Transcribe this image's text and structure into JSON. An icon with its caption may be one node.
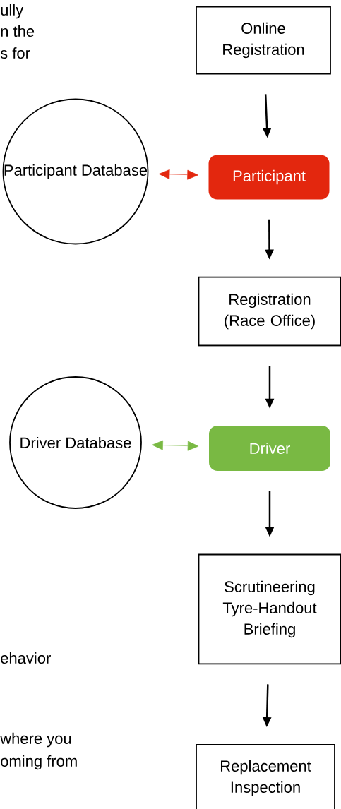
{
  "diagram": {
    "nodes": [
      {
        "text": [
          "Online Registration"
        ]
      },
      {
        "text": [
          "Participant Database"
        ]
      },
      {
        "text": [
          "Participant"
        ]
      },
      {
        "text": [
          "Registration (Race Office)"
        ]
      },
      {
        "text": [
          "Driver Database"
        ]
      },
      {
        "text": [
          "Driver"
        ]
      },
      {
        "text": [
          "Scrutineering Tyre-Handout Briefing"
        ]
      },
      {
        "text": [
          "Replacement Inspection"
        ]
      }
    ],
    "edges": [
      {
        "from": 0,
        "to": 2,
        "arrow": "to"
      },
      {
        "from": 1,
        "to": 2,
        "arrow": "both",
        "color": "#e3270e"
      },
      {
        "from": 2,
        "to": 3,
        "arrow": "to"
      },
      {
        "from": 3,
        "to": 5,
        "arrow": "to"
      },
      {
        "from": 4,
        "to": 5,
        "arrow": "both",
        "color": "#79b943"
      },
      {
        "from": 5,
        "to": 6,
        "arrow": "to"
      },
      {
        "from": 6,
        "to": 7,
        "arrow": "to"
      }
    ],
    "labels": [
      "ully",
      "n the",
      "s for",
      "ehavior",
      "where you",
      "oming from"
    ]
  }
}
